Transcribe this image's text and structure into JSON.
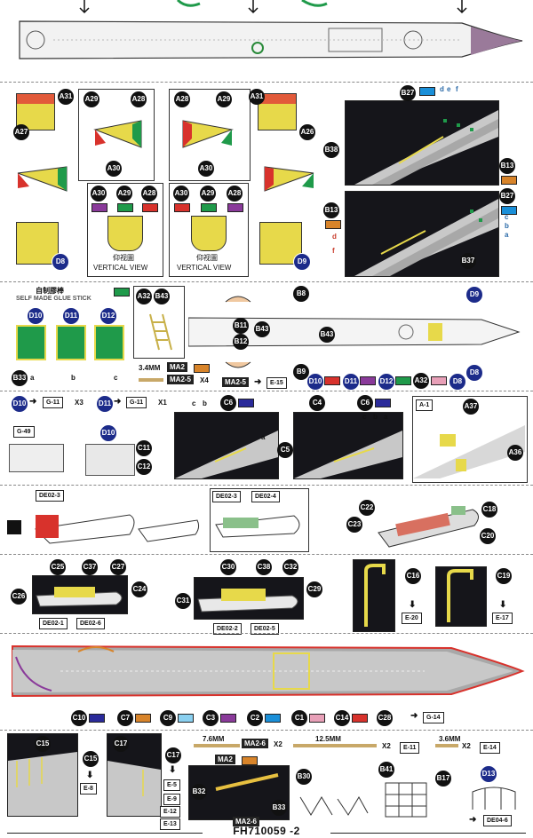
{
  "footer": {
    "code": "FH710059 -2"
  },
  "callouts": {
    "A31": "A31",
    "A27": "A27",
    "A29": "A29",
    "A28": "A28",
    "A30": "A30",
    "A26": "A26",
    "D8": "D8",
    "D9": "D9",
    "B27": "B27",
    "B13": "B13",
    "B38": "B38",
    "B37": "B37",
    "B8": "B8",
    "B9": "B9",
    "B11": "B11",
    "B12": "B12",
    "B43": "B43",
    "A32": "A32",
    "D10": "D10",
    "D11": "D11",
    "D12": "D12",
    "B33": "B33",
    "C6": "C6",
    "C4": "C4",
    "C5": "C5",
    "A37": "A37",
    "A36": "A36",
    "C11": "C11",
    "C12": "C12",
    "C22": "C22",
    "C23": "C23",
    "C18": "C18",
    "C20": "C20",
    "C25": "C25",
    "C37": "C37",
    "C27": "C27",
    "C26": "C26",
    "C24": "C24",
    "C30": "C30",
    "C38": "C38",
    "C32": "C32",
    "C31": "C31",
    "C29": "C29",
    "C16": "C16",
    "C19": "C19",
    "C10": "C10",
    "C7": "C7",
    "C9": "C9",
    "C3": "C3",
    "C2": "C2",
    "C1": "C1",
    "C14": "C14",
    "C28": "C28",
    "C15": "C15",
    "C17": "C17",
    "B32": "B32",
    "B30": "B30",
    "B41": "B41",
    "B17": "B17",
    "D13": "D13"
  },
  "texts": {
    "vertical_view_cn": "仰视圖",
    "vertical_view": "VERTICAL VIEW",
    "glue_stick_cn": "自制膠棒",
    "glue_stick": "SELF MADE GLUE STICK",
    "len_34": "3.4MM",
    "ma2": "MA2",
    "ma2_5": "MA2-5",
    "x4": "X4",
    "e15": "E-15",
    "g11": "G-11",
    "x3": "X3",
    "x1": "X1",
    "g49": "G-49",
    "a1": "A-1",
    "de02_3": "DE02-3",
    "de02_4": "DE02-4",
    "de02_1": "DE02-1",
    "de02_6": "DE02-6",
    "de02_2": "DE02-2",
    "de02_5": "DE02-5",
    "e20": "E-20",
    "e17": "E-17",
    "g14": "G-14",
    "e8": "E-8",
    "e5": "E-5",
    "e9": "E-9",
    "e12": "E-12",
    "e13": "E-13",
    "len_76": "7.6MM",
    "ma2_6": "MA2-6",
    "x2": "X2",
    "len_125": "12.5MM",
    "e11": "E-11",
    "len_36": "3.6MM",
    "e14": "E-14",
    "de04_6": "DE04-6",
    "a": "a",
    "b": "b",
    "c": "c",
    "d": "d",
    "e": "e",
    "f": "f"
  },
  "colors": {
    "red": "#d8322c",
    "green": "#1f9a4a",
    "blue": "#1a8fd8",
    "navy": "#2a2a9a",
    "purple": "#8a3a9a",
    "orange": "#d8842a",
    "pink": "#e8a0b8",
    "lightblue": "#8ad0f0",
    "yellow": "#e7d94a",
    "magenta": "#c040a0"
  }
}
